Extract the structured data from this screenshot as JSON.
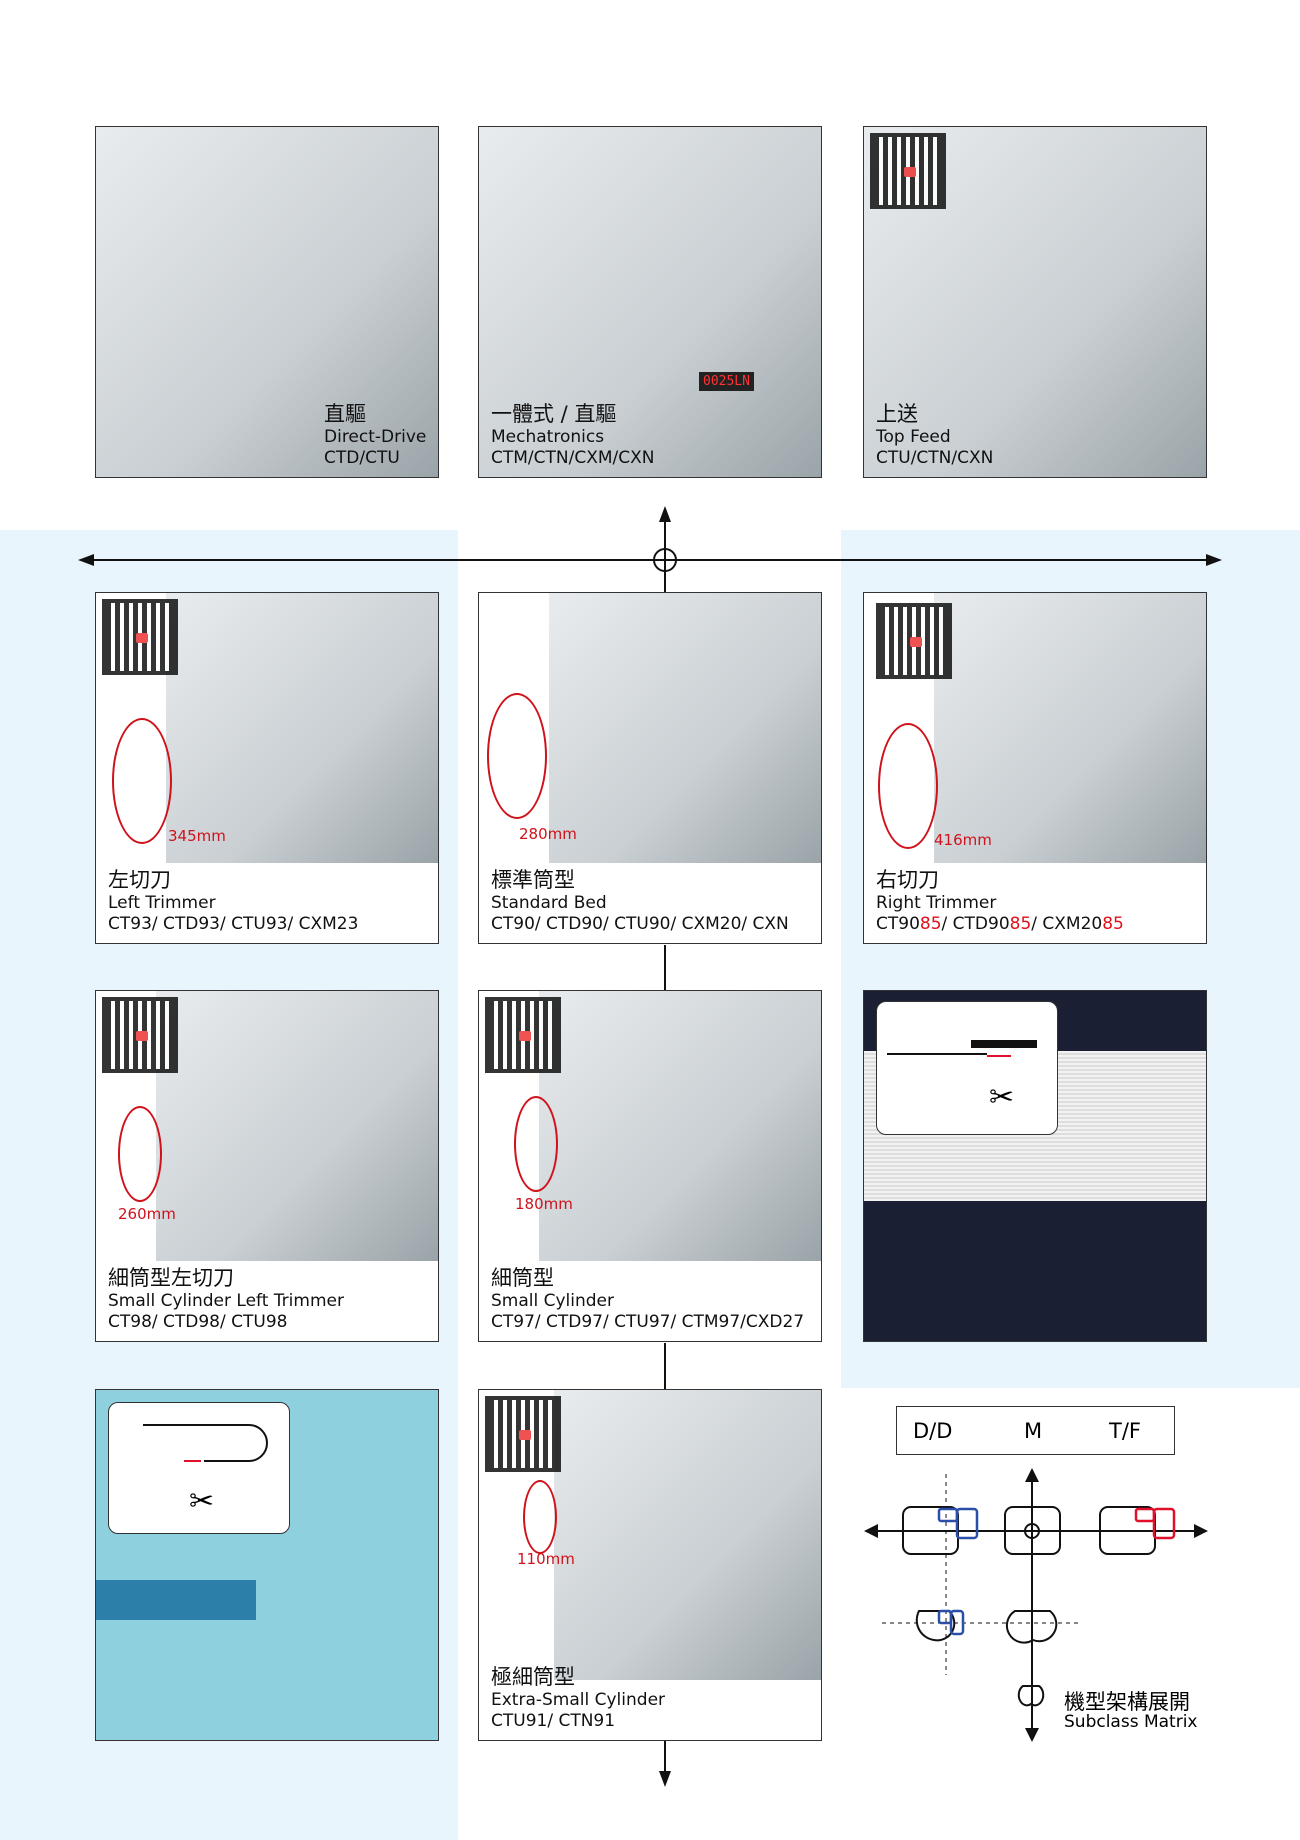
{
  "panels": [
    {
      "zh": "直驅",
      "en": "Direct-Drive",
      "models": "CTD/CTU"
    },
    {
      "zh": "一體式 / 直驅",
      "en": "Mechatronics",
      "models": "CTM/CTN/CXM/CXN",
      "display": "0025LN"
    },
    {
      "zh": "上送",
      "en": "Top Feed",
      "models": "CTU/CTN/CXN"
    },
    {
      "zh": "左切刀",
      "en": "Left Trimmer",
      "models": "CT93/ CTD93/ CTU93/ CXM23",
      "size": "345mm"
    },
    {
      "zh": "標準筒型",
      "en": "Standard Bed",
      "models": "CT90/ CTD90/ CTU90/ CXM20/ CXN",
      "size": "280mm"
    },
    {
      "zh": "右切刀",
      "en": "Right Trimmer",
      "models_parts": [
        "CT90",
        "85",
        "/ CTD90",
        "85",
        "/ CXM20",
        "85"
      ],
      "size": "416mm"
    },
    {
      "zh": "細筒型左切刀",
      "en": "Small Cylinder Left Trimmer",
      "models": "CT98/ CTD98/ CTU98",
      "size": "260mm"
    },
    {
      "zh": "細筒型",
      "en": "Small Cylinder",
      "models": "CT97/ CTD97/ CTU97/ CTM97/CXD27",
      "size": "180mm"
    },
    {
      "zh": "極細筒型",
      "en": "Extra-Small Cylinder",
      "models": "CTU91/ CTN91",
      "size": "110mm"
    }
  ],
  "matrix": {
    "labels": [
      "D/D",
      "M",
      "T/F"
    ],
    "zh": "機型架構展開",
    "en": "Subclass Matrix",
    "blue": "#2a4fa8",
    "red": "#e0102b"
  }
}
